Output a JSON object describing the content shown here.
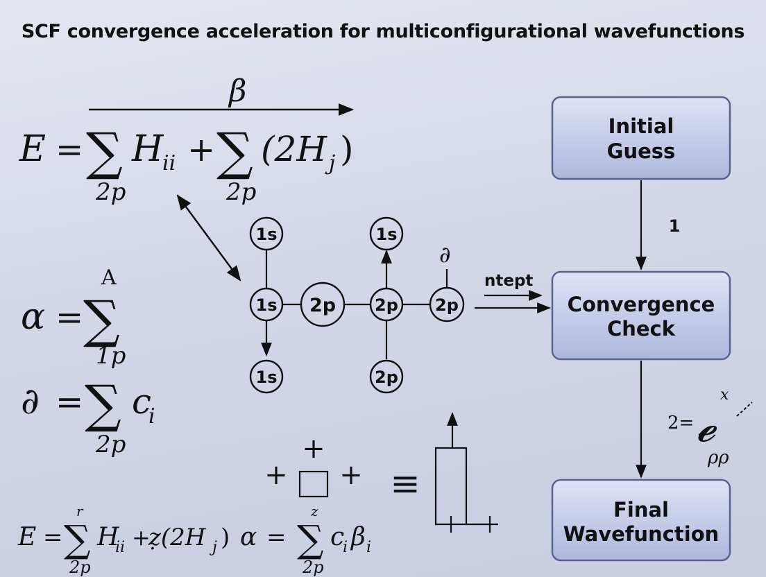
{
  "title": "SCF convergence acceleration for multiconfigurational wavefunctions",
  "equations": {
    "energy": {
      "lhs": "E",
      "eq": "=",
      "sigma": "∑",
      "term1": "H",
      "sub1": "ii",
      "plus": "+",
      "term2": "(2H",
      "sub2": "j",
      "close": ")",
      "limit1": "2p",
      "limit2": "2p",
      "arrow_label": "β"
    },
    "alpha": {
      "lhs": "α",
      "eq": "=",
      "sigma": "∑",
      "upper": "A",
      "lower": "1p"
    },
    "delta": {
      "lhs": "∂",
      "eq": "=",
      "sigma": "∑",
      "term": "c",
      "sub": "i",
      "lower": "2p"
    },
    "bottom_energy": {
      "lhs": "E",
      "eq": "=",
      "sigma": "∑",
      "upper": "r",
      "lower": "2p",
      "term": "H",
      "sub": "ii",
      "plus": "+",
      "mid": "ẓ(2H",
      "sub2": "j",
      "close": ")"
    },
    "bottom_alpha": {
      "lhs": "α",
      "eq": "=",
      "sigma": "∑",
      "upper": "z",
      "lower": "2p",
      "term": "c",
      "sub": "i",
      "term2": "β",
      "sub2": "i"
    },
    "side_expr": {
      "prefix": "2=",
      "symbol": "𝓮",
      "upper": "x",
      "lower": "ρρ"
    }
  },
  "orbitals": {
    "top": [
      "1s",
      "1s"
    ],
    "middle": [
      "1s",
      "2p",
      "2p",
      "2p"
    ],
    "bottom": [
      "1s",
      "2p"
    ],
    "partial_label": "∂",
    "arrow_label": "ntept"
  },
  "symbols": {
    "plus": "+",
    "equiv": "≡"
  },
  "flowchart": {
    "box1": [
      "Initial",
      "Guess"
    ],
    "edge1_label": "1",
    "box2": [
      "Convergence",
      "Check"
    ],
    "box3": [
      "Final",
      "Wavefunction"
    ]
  },
  "colors": {
    "box_fill_top": "#dfe3f5",
    "box_fill_bottom": "#aeb6dc",
    "box_stroke": "#5a6290",
    "background": "#d3d7e6"
  }
}
